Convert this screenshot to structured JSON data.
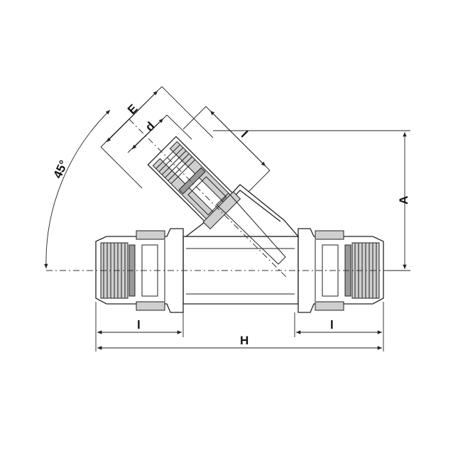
{
  "labels": {
    "angle": "45°",
    "E": "E",
    "d": "d",
    "l_branch": "l",
    "A": "A",
    "l_left": "l",
    "l_right": "l",
    "H": "H"
  },
  "colors": {
    "line": "#222222",
    "section_fill": "#cfcfcf",
    "background": "#ffffff"
  }
}
